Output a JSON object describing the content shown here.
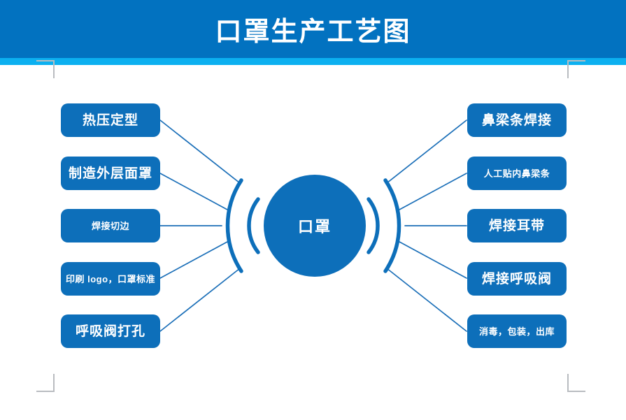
{
  "header": {
    "title": "口罩生产工艺图",
    "band_color": "#0272c0",
    "strip_color": "#0cb0f0",
    "title_color": "#ffffff"
  },
  "diagram": {
    "accent_color": "#0d6fba",
    "corner_color": "#b9bcc0",
    "hub": {
      "label": "口罩"
    },
    "left_nodes": [
      {
        "label": "热压定型",
        "size": "big"
      },
      {
        "label": "制造外层面罩",
        "size": "big"
      },
      {
        "label": "焊接切边",
        "size": "small"
      },
      {
        "label": "印刷 logo，口罩标准",
        "size": "small"
      },
      {
        "label": "呼吸阀打孔",
        "size": "big"
      }
    ],
    "right_nodes": [
      {
        "label": "鼻梁条焊接",
        "size": "big"
      },
      {
        "label": "人工贴内鼻梁条",
        "size": "small"
      },
      {
        "label": "焊接耳带",
        "size": "big"
      },
      {
        "label": "焊接呼吸阀",
        "size": "big"
      },
      {
        "label": "消毒，包装，出库",
        "size": "small"
      }
    ]
  }
}
